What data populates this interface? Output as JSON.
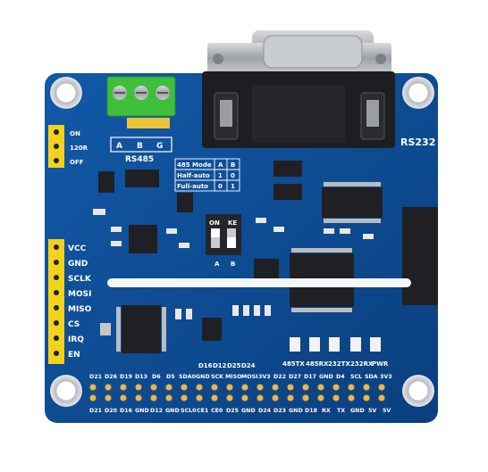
{
  "board": {
    "rs232": "RS232",
    "rs485": "RS485",
    "terminals": [
      "A",
      "B",
      "G"
    ],
    "termination": {
      "on": "ON",
      "res": "120R",
      "off": "OFF"
    },
    "mode_table": {
      "header": [
        "485 Mode",
        "A",
        "B"
      ],
      "rows": [
        [
          "Half-auto",
          "1",
          "0"
        ],
        [
          "Full-auto",
          "0",
          "1"
        ]
      ]
    },
    "switch": {
      "on": "ON",
      "ke": "KE",
      "a": "A",
      "b": "B"
    },
    "spi_pins": [
      "VCC",
      "GND",
      "SCLK",
      "MOSI",
      "MISO",
      "CS",
      "IRQ",
      "EN"
    ],
    "leds": [
      "485TX",
      "485RX",
      "232TX",
      "232RX",
      "PWR"
    ],
    "header_top": [
      "D21",
      "D26",
      "D19",
      "D13",
      "D6",
      "D5",
      "SDA0",
      "GND",
      "SCK",
      "MISO",
      "MOSI",
      "3V3",
      "D22",
      "D27",
      "D17",
      "GND",
      "D4",
      "SCL",
      "SDA",
      "3V3"
    ],
    "header_bottom": [
      "D21",
      "D20",
      "D16",
      "GND",
      "D12",
      "GND",
      "SCL0",
      "CE1",
      "CE0",
      "D25",
      "GND",
      "D24",
      "D23",
      "GND",
      "D18",
      "RX",
      "TX",
      "GND",
      "5V",
      "5V"
    ],
    "mid_pins": [
      "D16",
      "D12",
      "D25",
      "D24"
    ]
  },
  "colors": {
    "pcb": "#0d4a8f",
    "silk": "#ffffff",
    "header": "#f2d21a",
    "terminal": "#3fbf3c",
    "connector": "#1e1e22",
    "metal": "#b9bcc0"
  }
}
